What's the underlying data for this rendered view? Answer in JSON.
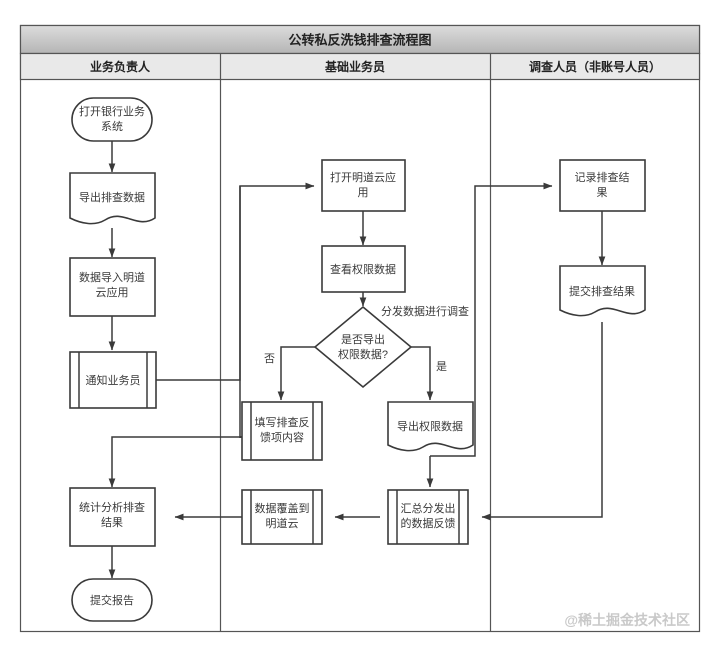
{
  "diagram": {
    "title": "公转私反洗钱排查流程图",
    "watermark": "@稀土掘金技术社区",
    "lanes": [
      {
        "id": "lane-owner",
        "label": "业务负责人"
      },
      {
        "id": "lane-clerk",
        "label": "基础业务员"
      },
      {
        "id": "lane-investigator",
        "label": "调查人员（非账号人员）"
      }
    ],
    "nodes": {
      "open_bank_system": "打开银行业务系统",
      "export_check_data": "导出排查数据",
      "import_to_mingdao": "数据导入明道云应用",
      "notify_clerk": "通知业务员",
      "statistics_analysis": "统计分析排查结果",
      "submit_report": "提交报告",
      "open_mingdao_app": "打开明道云应用",
      "view_permission_data": "查看权限数据",
      "decision_export": "是否导出权限数据?",
      "fill_feedback": "填写排查反馈项内容",
      "export_permission_data": "导出权限数据",
      "overwrite_mingdao": "数据覆盖到明道云",
      "aggregate_feedback": "汇总分发出的数据反馈",
      "record_result": "记录排查结果",
      "submit_result": "提交排查结果"
    },
    "edge_labels": {
      "no": "否",
      "yes": "是",
      "distribute": "分发数据进行调查"
    },
    "colors": {
      "stroke": "#3a3a3a",
      "title_bar_top": "#d8d8d8",
      "title_bar_bottom": "#b9b9b9",
      "header_bg": "#e9e9e9",
      "node_fill": "#ffffff",
      "watermark": "#c9c9c9"
    }
  }
}
